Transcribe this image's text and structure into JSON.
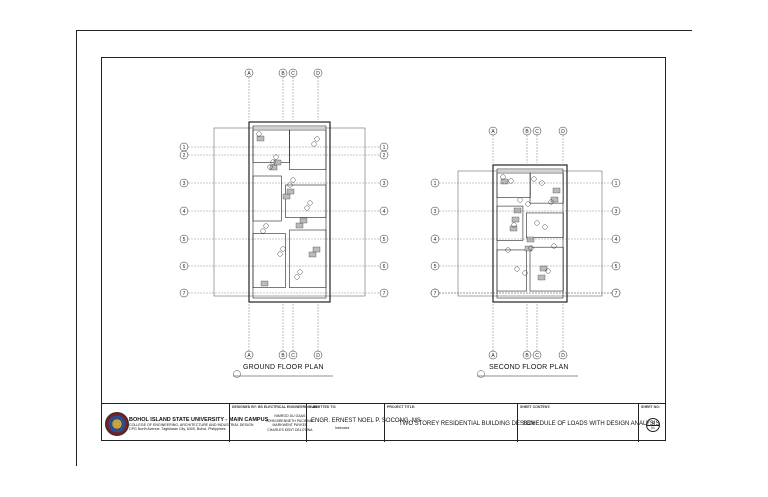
{
  "ground_plan": {
    "title": "GROUND FLOOR PLAN",
    "grid_top_labels": [
      "A",
      "B",
      "C",
      "D"
    ],
    "grid_side_labels": [
      "1",
      "2",
      "3",
      "4",
      "5",
      "6",
      "7"
    ]
  },
  "second_plan": {
    "title": "SECOND FLOOR PLAN",
    "grid_top_labels": [
      "A",
      "B",
      "C",
      "D"
    ],
    "grid_side_labels": [
      "1",
      "3",
      "4",
      "5",
      "6",
      "7"
    ]
  },
  "title_block": {
    "school": {
      "name": "BOHOL ISLAND STATE UNIVERSITY - MAIN CAMPUS",
      "college": "COLLEGE OF ENGINEERING, ARCHITECTURE AND INDUSTRIAL DESIGN",
      "address": "CPG North Avenue, Tagbilaran City, 6300, Bohol, Philippines"
    },
    "designed_by": {
      "header": "DESIGNED BY: BS ELECTRICAL ENGINEERING 4B",
      "names": [
        "NIMROD DU GAAS",
        "JOHN BRENNETH PACIENAL",
        "MARKWENT PAYKEE",
        "CHARLES KENT DELOTINA"
      ]
    },
    "submitted_to": {
      "header": "SUBMITTED TO:",
      "name": "ENGR. ERNEST NOEL P. SOCONG, MS",
      "role": "Instructor"
    },
    "project": {
      "header": "PROJECT TITLE:",
      "title": "TWO STOREY RESIDENTIAL BUILDING DESIGN"
    },
    "sheet_content": {
      "header": "SHEET CONTENT:",
      "title": "SCHEDULE OF LOADS WITH DESIGN ANALYSIS"
    },
    "sheet_no": {
      "header": "SHEET NO:",
      "top": "E",
      "bottom": "01"
    }
  }
}
